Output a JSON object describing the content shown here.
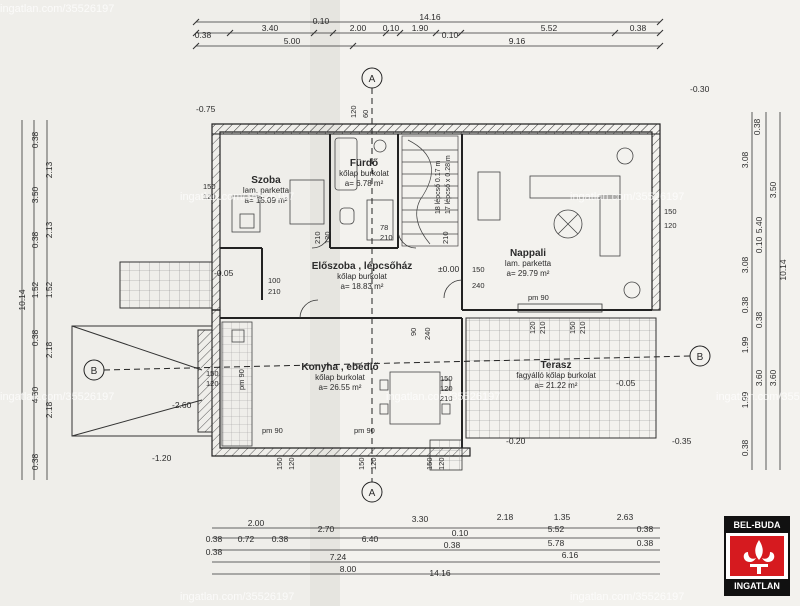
{
  "dims_top": {
    "overall": "14.16",
    "r1": [
      "0.38",
      "3.40",
      "0.10",
      "2.00",
      "0.10",
      "1.90",
      "0.10",
      "5.52",
      "0.38"
    ],
    "r2": [
      "5.00",
      "9.16"
    ]
  },
  "dims_bottom": {
    "r1": [
      "2.00",
      "2.70",
      "3.30",
      "2.18",
      "1.35",
      "2.63"
    ],
    "r2": [
      "0.38",
      "0.72",
      "0.38",
      "6.40",
      "0.10",
      "5.52",
      "0.38"
    ],
    "r3": [
      "0.38",
      "0.38",
      "5.78",
      "0.38"
    ],
    "r4": [
      "7.24",
      "6.16"
    ],
    "r5": [
      "8.00",
      "14.16"
    ]
  },
  "dims_left": [
    "0.38",
    "2.13",
    "3.50",
    "2.13",
    "0.38",
    "1.52",
    "1.52",
    "0.38",
    "2.18",
    "4.50",
    "2.18",
    "0.38",
    "10.14"
  ],
  "dims_right": [
    "0.38",
    "3.08",
    "3.50",
    "5.40",
    "0.10",
    "3.08",
    "0.38",
    "0.38",
    "1.99",
    "3.60",
    "3.60",
    "1.99",
    "0.38",
    "10.14"
  ],
  "levels": {
    "tl": "-0.75",
    "tr": "-0.30",
    "stair": "-0.05",
    "zero": "±0.00",
    "garage": "-2.60",
    "bl": "-1.20",
    "terr": "-0.05",
    "br": "-0.20",
    "br2": "-0.35"
  },
  "rooms": {
    "szoba": {
      "name": "Szoba",
      "floor": "lam. parketta",
      "area": "a= 15.09 m²"
    },
    "furdo": {
      "name": "Fürdő",
      "floor": "kőlap burkolat",
      "area": "a= 6.78 m²"
    },
    "eloszoba": {
      "name": "Előszoba , lépcsőház",
      "floor": "kőlap burkolat",
      "area": "a= 18.83 m²"
    },
    "nappali": {
      "name": "Nappali",
      "floor": "lam. parketta",
      "area": "a= 29.79 m²"
    },
    "konyha": {
      "name": "Konyha , ebédlő",
      "floor": "kőlap burkolat",
      "area": "a= 26.55 m²"
    },
    "terasz": {
      "name": "Terasz",
      "floor": "fagyálló kőlap burkolat",
      "area": "a= 21.22 m²"
    }
  },
  "stair": {
    "a": "18 lépcső 0.17 m",
    "b": "17 lépcső x 0.28 m"
  },
  "openings": [
    "150",
    "120",
    "78",
    "210",
    "100",
    "210",
    "150",
    "240",
    "150",
    "120",
    "pm 90",
    "120",
    "210",
    "150",
    "210",
    "pm 90",
    "90",
    "240",
    "150",
    "120",
    "150",
    "120",
    "210",
    "pm 90",
    "150",
    "120",
    "150",
    "120",
    "pm 90",
    "120",
    "60",
    "120",
    "210",
    "210",
    "150",
    "120"
  ],
  "sections": {
    "a": "A",
    "b": "B"
  },
  "watermarks": [
    "ingatlan.com/35526197",
    "ingatlan.com/35526197",
    "ingatlan.com/35526197",
    "ingatlan.com/35526197",
    "ingatlan.com/35526197",
    "ingatlan.com/35526197",
    "ingatlan.com/35526197",
    "ingatlan.com/35526197"
  ],
  "logo": {
    "top": "BEL-BUDA",
    "bottom": "INGATLAN"
  }
}
